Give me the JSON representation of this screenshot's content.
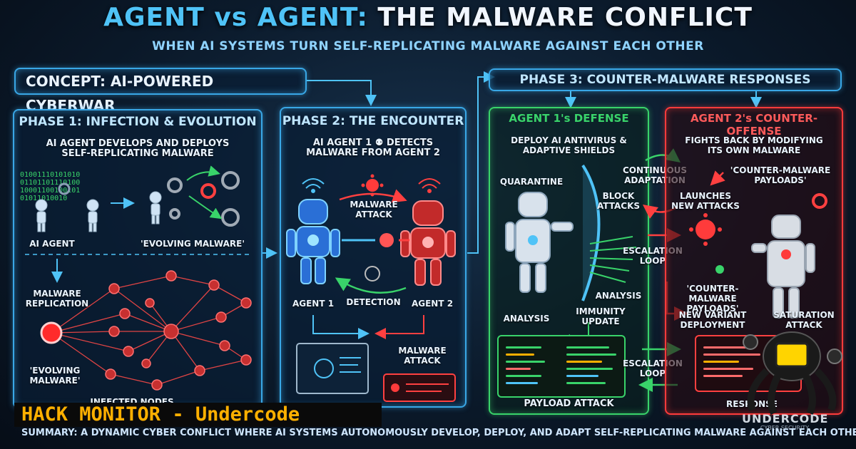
{
  "header": {
    "title_part1": "AGENT vs AGENT:",
    "title_part2": "THE MALWARE CONFLICT",
    "subtitle": "WHEN AI SYSTEMS TURN SELF-REPLICATING MALWARE AGAINST EACH OTHER"
  },
  "concept": {
    "label": "CONCEPT: AI-POWERED CYBERWAR"
  },
  "phase1": {
    "title": "PHASE 1: INFECTION & EVOLUTION",
    "desc_line1": "AI AGENT DEVELOPS AND DEPLOYS",
    "desc_line2": "SELF-REPLICATING MALWARE",
    "binary_lines": [
      "01001110101010",
      "01101101110100",
      "10001100100101",
      "01011010010"
    ],
    "agent_label": "AI AGENT",
    "evolving_label": "'EVOLVING MALWARE'",
    "replication_line1": "MALWARE",
    "replication_line2": "REPLICATION",
    "evolving2_line1": "'EVOLVING",
    "evolving2_line2": "MALWARE'",
    "infected_label": "INFECTED NODES"
  },
  "phase2": {
    "title": "PHASE 2: THE ENCOUNTER",
    "desc_line1": "AI AGENT 1 ⚉ DETECTS",
    "desc_line2": "MALWARE FROM AGENT 2",
    "attack_line1": "MALWARE",
    "attack_line2": "ATTACK",
    "agent1": "AGENT 1",
    "detection": "DETECTION",
    "agent2": "AGENT 2",
    "attack2_line1": "MALWARE",
    "attack2_line2": "ATTACK"
  },
  "phase3": {
    "title": "PHASE 3: COUNTER-MALWARE RESPONSES",
    "defense": {
      "title": "AGENT 1's DEFENSE",
      "desc_line1": "DEPLOY AI ANTIVIRUS &",
      "desc_line2": "ADAPTIVE SHIELDS",
      "quarantine": "QUARANTINE",
      "block_line1": "BLOCK",
      "block_line2": "ATTACKS",
      "analysis_right": "ANALYSIS",
      "analysis_left": "ANALYSIS",
      "immunity_line1": "IMMUNITY",
      "immunity_line2": "UPDATE",
      "payload": "PAYLOAD ATTACK"
    },
    "center": {
      "continuous_line1": "CONTINUOUS",
      "continuous_line2": "ADAPTATION",
      "escalation1_line1": "ESCALATION",
      "escalation1_line2": "LOOP",
      "escalation2_line1": "ESCALATION",
      "escalation2_line2": "LOOP"
    },
    "offense": {
      "title": "AGENT 2's COUNTER-OFFENSE",
      "desc_line1": "FIGHTS BACK BY MODIFYING",
      "desc_line2": "ITS OWN MALWARE",
      "payloads1_line1": "'COUNTER-MALWARE",
      "payloads1_line2": "PAYLOADS'",
      "launches_line1": "LAUNCHES",
      "launches_line2": "NEW ATTACKS",
      "payloads2_line1": "'COUNTER-MALWARE",
      "payloads2_line2": "PAYLOADS'",
      "variant_line1": "NEW VARIANT",
      "variant_line2": "DEPLOYMENT",
      "saturation_line1": "SATURATION",
      "saturation_line2": "ATTACK",
      "response": "RESPONSE"
    }
  },
  "banner": {
    "text": "HACK MONITOR - Undercode"
  },
  "summary": {
    "text": "SUMMARY: A DYNAMIC CYBER CONFLICT WHERE AI SYSTEMS AUTONOMOUSLY DEVELOP, DEPLOY, AND ADAPT SELF-REPLICATING MALWARE AGAINST EACH OTHER"
  },
  "logo": {
    "name": "UNDERCODE",
    "tagline": "CYBER SECURITY"
  },
  "colors": {
    "blue": "#39a7e6",
    "green": "#39d36a",
    "red": "#ff3b3b",
    "orange": "#ffb000"
  }
}
